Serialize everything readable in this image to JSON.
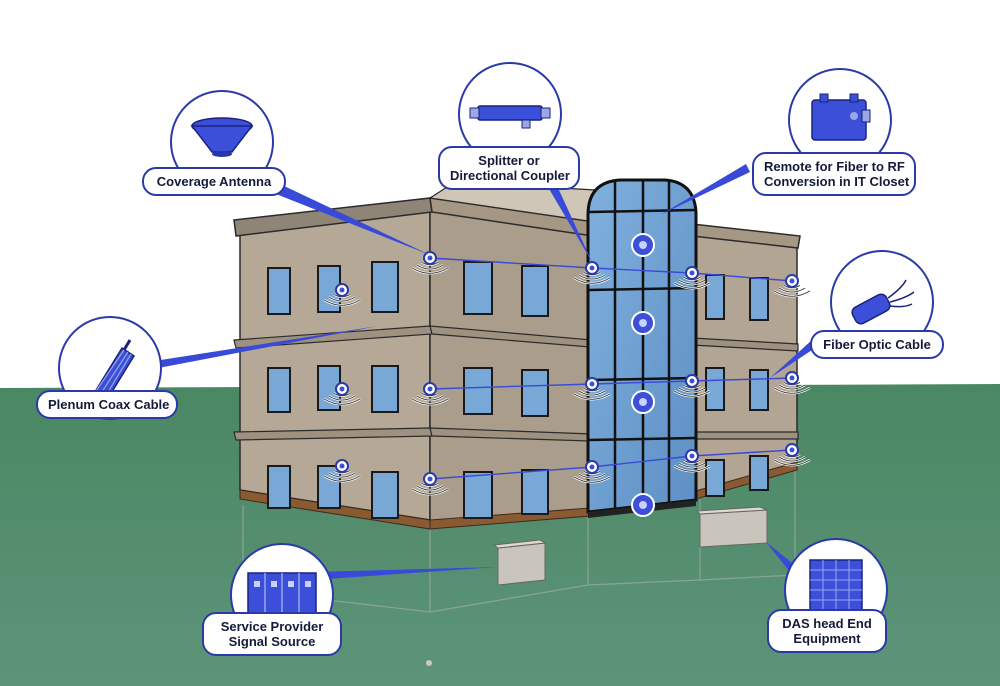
{
  "labels": {
    "coverage_antenna": "Coverage Antenna",
    "splitter_line1": "Splitter or",
    "splitter_line2": "Directional Coupler",
    "remote_line1": "Remote for Fiber to RF",
    "remote_line2": "Conversion in IT Closet",
    "fiber_optic_cable": "Fiber Optic Cable",
    "plenum_coax_cable": "Plenum Coax Cable",
    "service_line1": "Service Provider",
    "service_line2": "Signal Source",
    "das_line1": "DAS head End",
    "das_line2": "Equipment"
  },
  "icons": {
    "coverage_antenna": "dome-antenna-icon",
    "splitter": "splitter-coupler-icon",
    "remote": "fiber-remote-unit-icon",
    "fiber_cable": "fiber-optic-cable-icon",
    "coax_cable": "coax-cable-icon",
    "signal_source": "bts-rack-icon",
    "das_head_end": "das-headend-rack-icon",
    "node": "wireless-antenna-node-icon"
  },
  "colors": {
    "accent": "#2a3aa8",
    "icon_blue": "#3b4fd8",
    "building_wall": "#b5a896",
    "glass": "#6f9fd0",
    "ground": "#4e8a68",
    "cable": "#3a4ad8"
  }
}
